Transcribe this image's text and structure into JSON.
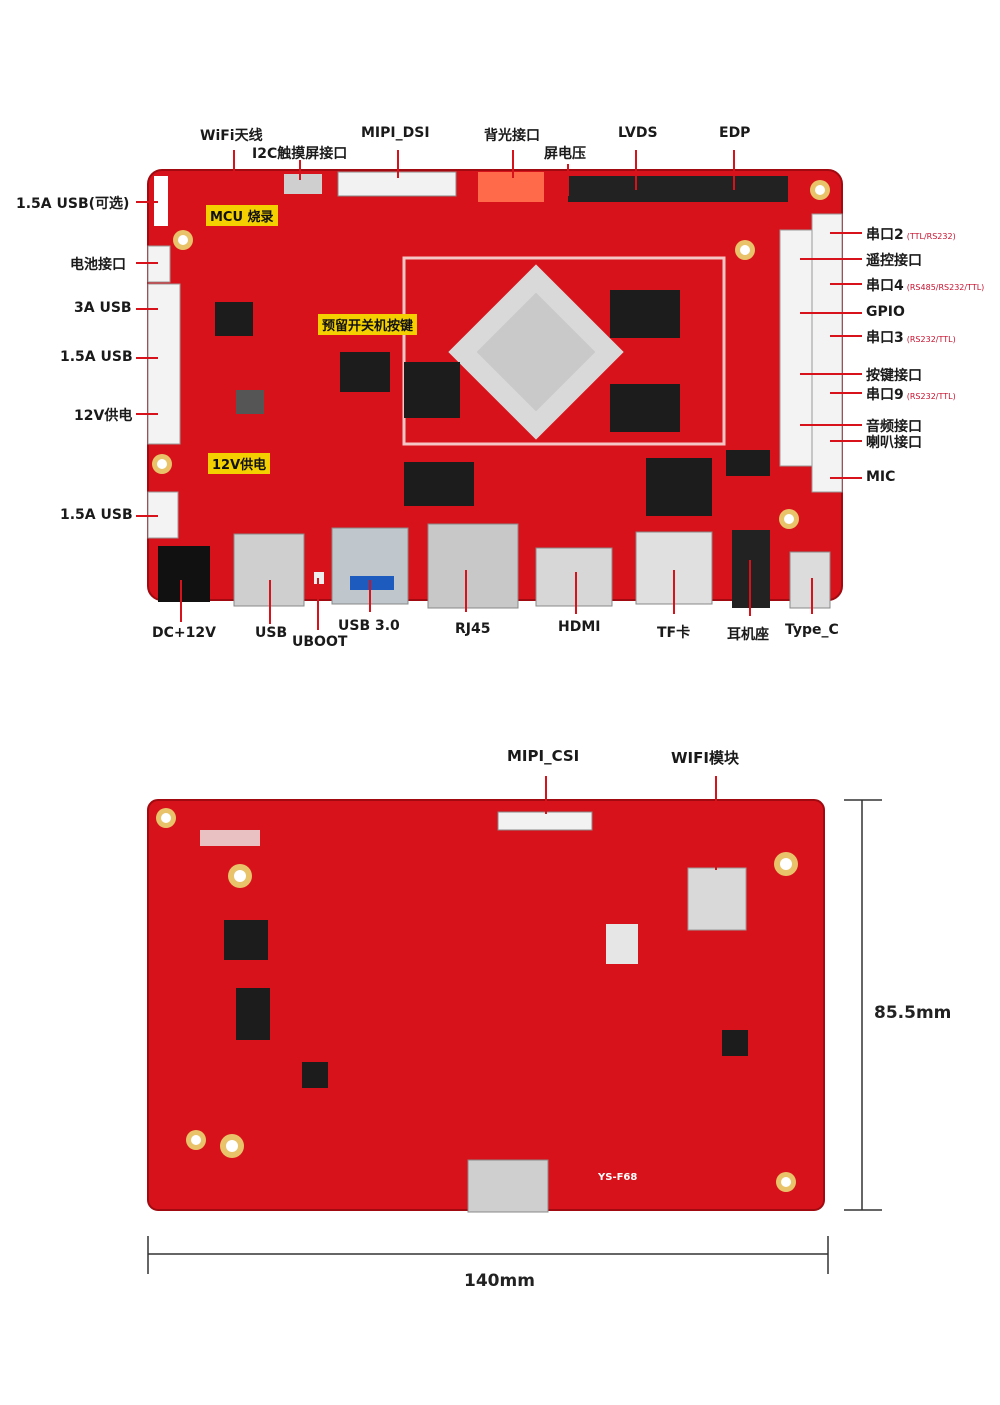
{
  "top_board": {
    "labels_top": [
      "WiFi天线",
      "I2C触摸屏接口",
      "MIPI_DSI",
      "背光接口",
      "屏电压",
      "LVDS",
      "EDP"
    ],
    "labels_left": [
      "1.5A USB(可选)",
      "电池接口",
      "3A USB",
      "1.5A USB",
      "12V供电",
      "1.5A USB"
    ],
    "labels_right": [
      {
        "name": "串口2",
        "sub": "(TTL/RS232)"
      },
      {
        "name": "遥控接口",
        "sub": ""
      },
      {
        "name": "串口4",
        "sub": "(RS485/RS232/TTL)"
      },
      {
        "name": "GPIO",
        "sub": ""
      },
      {
        "name": "串口3",
        "sub": "(RS232/TTL)"
      },
      {
        "name": "按键接口",
        "sub": ""
      },
      {
        "name": "串口9",
        "sub": "(RS232/TTL)"
      },
      {
        "name": "音频接口",
        "sub": ""
      },
      {
        "name": "喇叭接口",
        "sub": ""
      },
      {
        "name": "MIC",
        "sub": ""
      }
    ],
    "labels_bottom": [
      "DC+12V",
      "USB",
      "UBOOT",
      "USB 3.0",
      "RJ45",
      "HDMI",
      "TF卡",
      "耳机座",
      "Type_C"
    ],
    "tags": [
      "MCU 烧录",
      "预留开关机按键",
      "12V供电"
    ]
  },
  "bottom_board": {
    "labels_top": [
      "MIPI_CSI",
      "WIFI模块"
    ],
    "silk": "YS-F68"
  },
  "dimensions": {
    "height": "85.5mm",
    "width": "140mm"
  },
  "colors": {
    "pcb": "#d8121a",
    "pcb_dark": "#b50d14",
    "line": "#d8121a",
    "tag": "#f5d000"
  }
}
